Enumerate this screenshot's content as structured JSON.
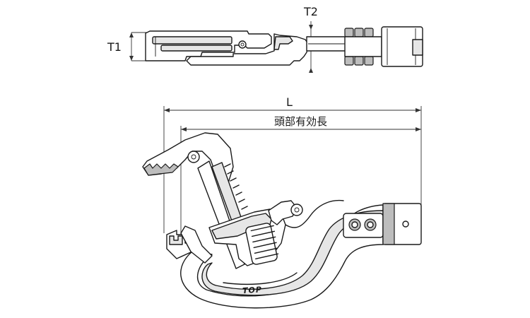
{
  "labels": {
    "t1": "T1",
    "t2": "T2",
    "length": "L",
    "head_effective_length": "頭部有効長"
  },
  "brand": "TOP"
}
